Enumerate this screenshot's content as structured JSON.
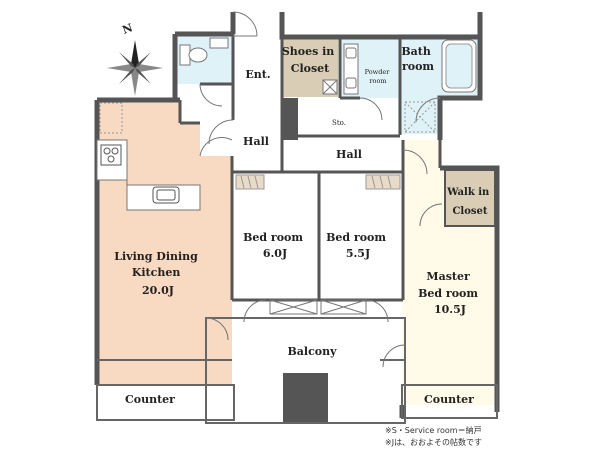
{
  "compass": {
    "north_label": "N"
  },
  "rooms": {
    "shoes_closet": [
      "Shoes in",
      "Closet"
    ],
    "bath_room": [
      "Bath",
      "room"
    ],
    "powder_room": [
      "Powder",
      "room"
    ],
    "entrance": "Ent.",
    "hall_upper": "Hall",
    "hall_center": "Hall",
    "storage": "Sto.",
    "walk_in_closet": [
      "Walk in",
      "Closet"
    ],
    "ldk": [
      "Living Dining",
      "Kitchen",
      "20.0J"
    ],
    "bedroom_1": [
      "Bed room",
      "6.0J"
    ],
    "bedroom_2": [
      "Bed room",
      "5.5J"
    ],
    "master_bedroom": [
      "Master",
      "Bed room",
      "10.5J"
    ],
    "balcony": "Balcony",
    "counter_left": "Counter",
    "counter_right": "Counter"
  },
  "notes": [
    "※S・Service room＝納戸",
    "※Jは、おおよその帖数です"
  ],
  "colors": {
    "ldk_floor": "#f8d9c2",
    "closet_fill": "#d9cdb5",
    "wet_area": "#dff2f8",
    "master_floor": "#fffbe8",
    "wall": "#555555",
    "balcony": "#ffffff"
  }
}
